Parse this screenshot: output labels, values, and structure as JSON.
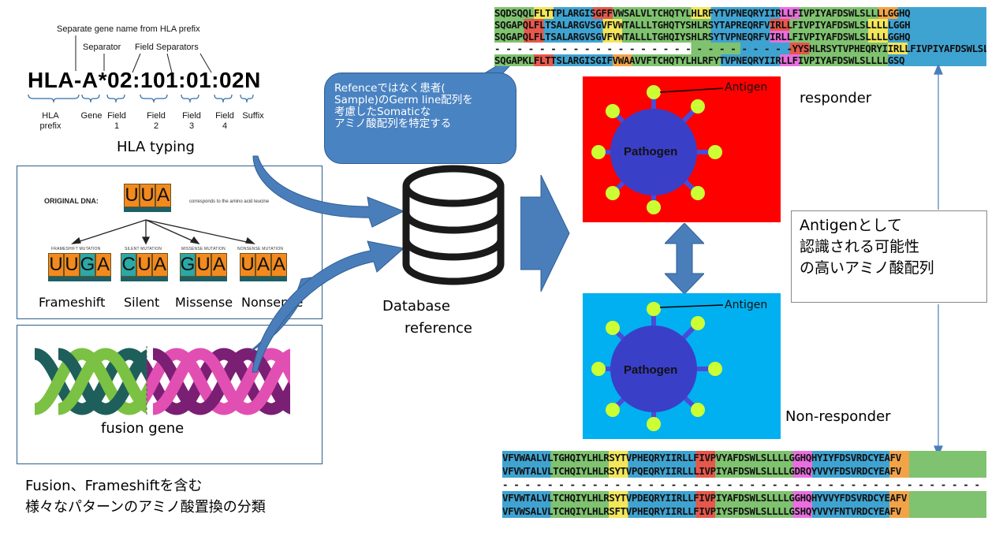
{
  "hla": {
    "top_annotation": "Separate gene name from HLA prefix",
    "separator_label": "Separator",
    "field_separators_label": "Field Separators",
    "code": "HLA-A*02:101:01:02N",
    "captions": [
      "HLA\nprefix",
      "Gene",
      "Field\n1",
      "Field\n2",
      "Field\n3",
      "Field\n4",
      "Suffix"
    ],
    "typing_label": "HLA typing"
  },
  "mutation_panel": {
    "original_label": "ORIGINAL DNA:",
    "original_codon": [
      "U",
      "U",
      "A"
    ],
    "amino_note": "corresponds to the amino acid leucine",
    "types": [
      {
        "small": "FRAMESHIFT MUTATION",
        "codon": [
          "U",
          "U",
          "G",
          "A"
        ],
        "label": "Frameshift"
      },
      {
        "small": "SILENT MUTATION",
        "codon": [
          "C",
          "U",
          "A"
        ],
        "label": "Silent"
      },
      {
        "small": "MISSENSE MUTATION",
        "codon": [
          "G",
          "U",
          "A"
        ],
        "label": "Missense"
      },
      {
        "small": "NONSENSE MUTATION",
        "codon": [
          "U",
          "A",
          "A"
        ],
        "label": "Nonsense"
      }
    ]
  },
  "fusion_panel": {
    "label": "fusion gene"
  },
  "classification_caption": {
    "line1": "Fusion、Frameshiftを含む",
    "line2": "様々なパターンのアミノ酸置換の分類"
  },
  "callout": {
    "lines": [
      "Refenceではなく患者(",
      "Sample)のGerm line配列を",
      "考慮したSomaticな",
      "アミノ酸配列を特定する"
    ]
  },
  "database": {
    "line1": "Database",
    "line2": "reference"
  },
  "responder": {
    "pathogen_label": "Pathogen",
    "antigen_label": "Antigen",
    "status_label": "responder",
    "bg_color": "#ff0000"
  },
  "non_responder": {
    "pathogen_label": "Pathogen",
    "antigen_label": "Antigen",
    "status_label": "Non-responder",
    "bg_color": "#00b0f0"
  },
  "antigen_box": {
    "lines": [
      "Antigenとして",
      "認識される可能性",
      "の高いアミノ酸配列"
    ]
  },
  "sequences_top": [
    "SQDSQQLFLTTPLARGISGFFVWSALVLTCHQTYLHLRFYTVPNEQRYIIRLLFIVPIYAFDSWLSLLLLGGHQ",
    "SQGAPQLFLTSALARGVSGVFVWTALLLTGHQTYSHLRSYTAPREQRFVIRLLFIVPIYAFDSWLSLLLLLGGH",
    "SQGAPQLFLTSALARGVSGVFVWTALLLTGHQIYSHLRSYTVPNEQRFVIRLLFIVPIYAFDSWLSLLLLGGHQ",
    "- - - - - - - - - - - - - - - - - - - - - - - - - - -YYSHLRSYTVPHEQRYIIRLLFIVPIYAFDSWLSLLLLGGH",
    "SQGAPKLFLTTSLARGISGIFVWAAVVFTCHQTYLHLRFYTVPNEQRYIIRLLFIVPIYAFDSWLSLLLLGSQ"
  ],
  "sequences_bottom": [
    "VFVWAALVLTGHQIYLHLRSYTVPHEQRYIIRLLFIVPVYAFDSWLSLLLLGGHQHYIYFDSVRDCYEAFV",
    "VFVWTALVLTCHQIYLHLRSYTVPQEQRYIIRLLLIVPIYAFDSWLSLLLLGDRQYVVYFDSVRDCYEAFV",
    "- - - - - - - - - - - - - - - - - - - - - - - - - - - - - - - - - - - - - - - - - - -",
    "VFVWTALVLTCHQIYLHLRSYTVPDEQRYIIRLLFIVPIYAFDSWLSLLLLGGHQHYVVYFDSVRDCYEAFV",
    "VFVWSALVLTCHQIYLHLRSFTVPHEQRYIIRLLFIVPIYSFDSWLSLLLLGSHQYVVYFNTVRDCYEAFV"
  ],
  "colors": {
    "panel_border": "#2e5f8a",
    "arrow_blue": "#4a7ebb",
    "pathogen_body": "#3a3fc8",
    "antigen_tip": "#ccff33",
    "nt_orange": "#f28a1e",
    "nt_teal": "#2aa9a7"
  }
}
